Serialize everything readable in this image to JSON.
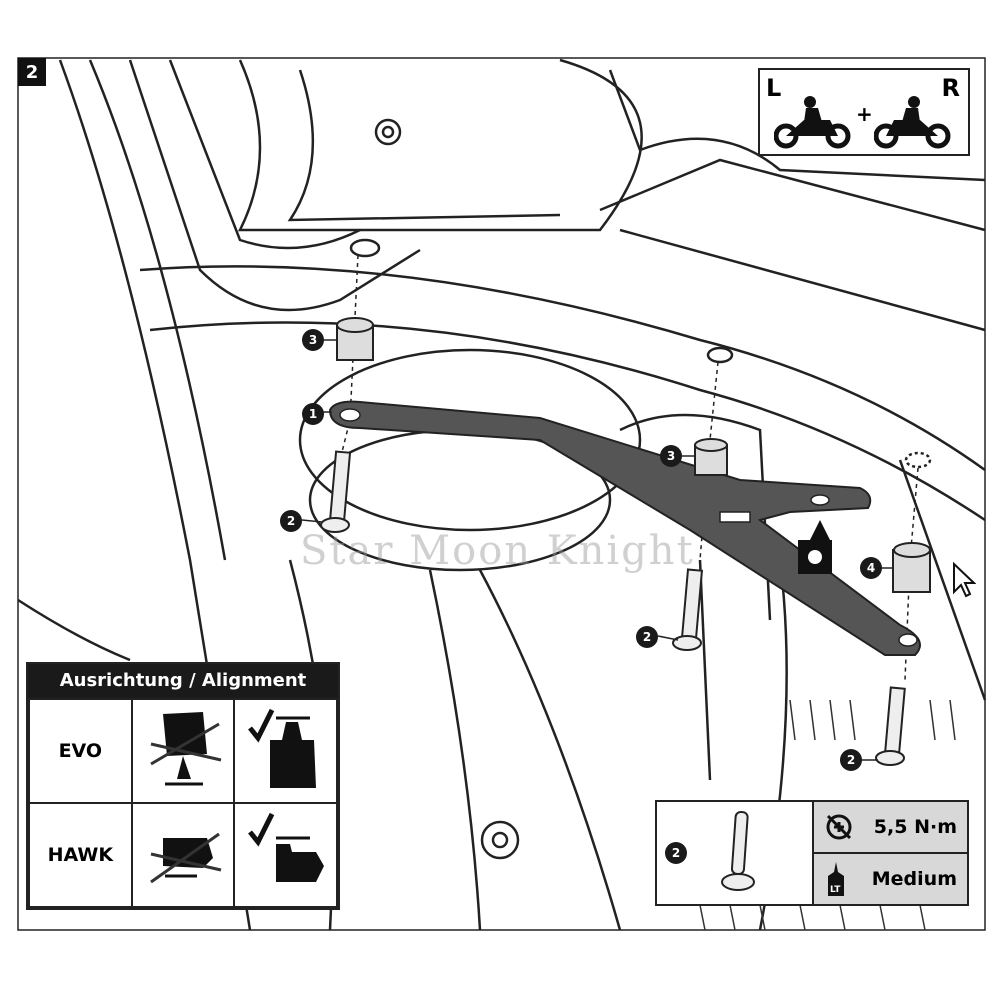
{
  "step_number": "2",
  "side_indicator": {
    "left": "L",
    "plus": "+",
    "right": "R",
    "icon": "motorcycle-rider-icon"
  },
  "watermark": "Star Moon Knight",
  "callouts": [
    "1",
    "2",
    "2",
    "2",
    "3",
    "3",
    "4"
  ],
  "alignment_table": {
    "title": "Ausrichtung / Alignment",
    "rows": [
      {
        "label": "EVO",
        "wrong_icon": "crossed-out-mount-icon",
        "correct_icon": "checkmark-mount-icon"
      },
      {
        "label": "HAWK",
        "wrong_icon": "crossed-out-mount-icon",
        "correct_icon": "checkmark-mount-icon"
      }
    ]
  },
  "spec_box": {
    "part_number": "2",
    "torque": "5,5 N·m",
    "torque_icon": "torque-wrench-icon",
    "threadlocker": "Medium",
    "threadlocker_icon": "lt-bottle-icon",
    "threadlocker_icon_text": "LT"
  },
  "colors": {
    "bracket": "#555555",
    "spec_fill": "#d8d8d8"
  }
}
